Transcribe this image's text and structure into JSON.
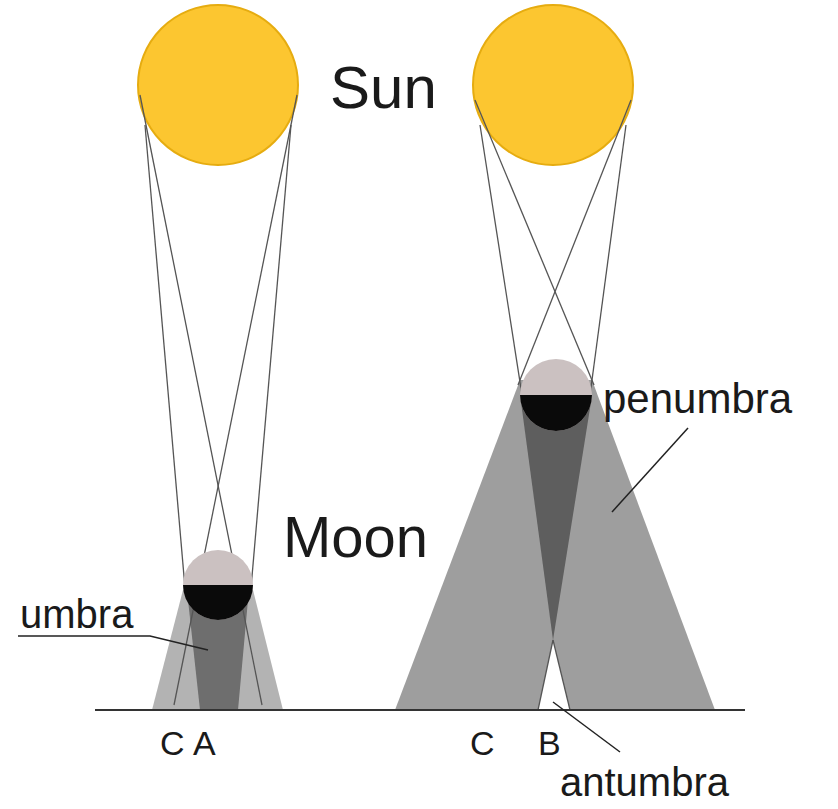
{
  "diagram": {
    "labels": [
      "Sun",
      "Moon",
      "umbra",
      "penumbra",
      "antumbra",
      "C",
      "A",
      "C",
      "B"
    ]
  }
}
